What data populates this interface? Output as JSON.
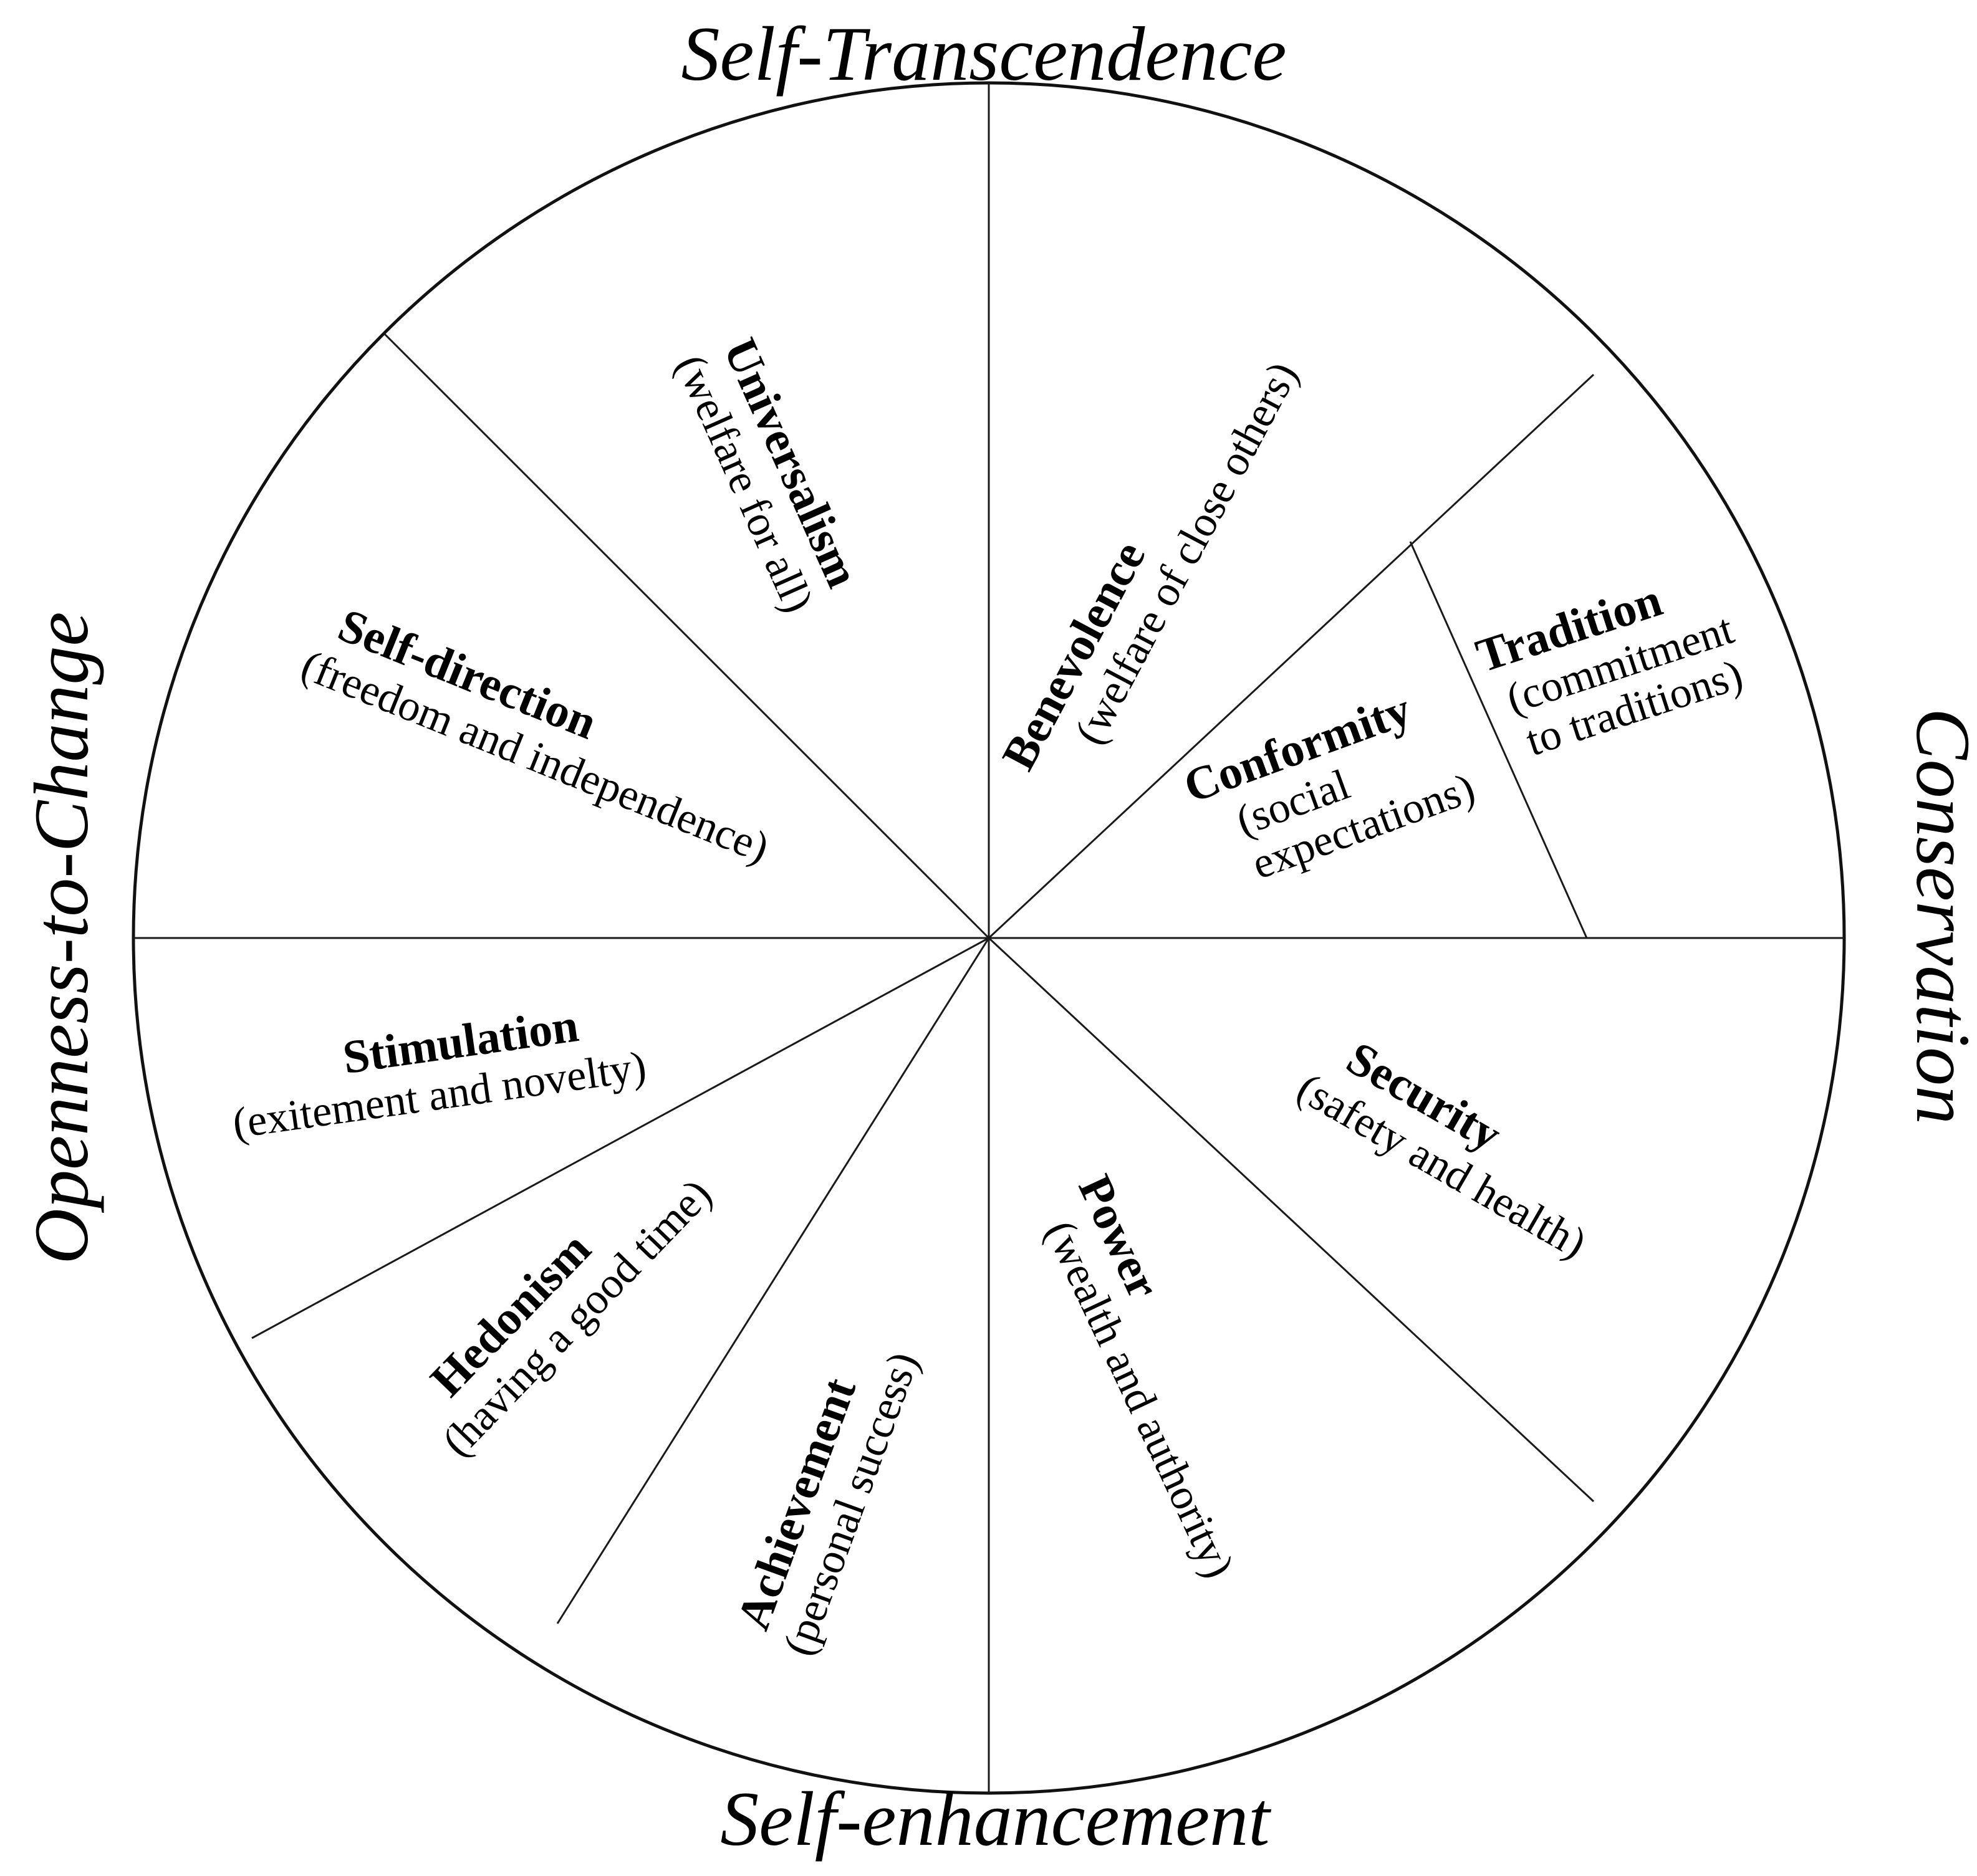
{
  "dimensions": {
    "top": "Self-Transcendence",
    "bottom": "Self-enhancement",
    "left": "Openness-to-Change",
    "right": "Conservation"
  },
  "values": [
    {
      "name": "Universalism",
      "desc": "(welfare for all)"
    },
    {
      "name": "Benevolence",
      "desc": "(welfare of close others)"
    },
    {
      "name": "Tradition",
      "desc1": "(commitment",
      "desc2": "to traditions)"
    },
    {
      "name": "Conformity",
      "desc1": "(social",
      "desc2": "expectations)"
    },
    {
      "name": "Security",
      "desc": "(safety and health)"
    },
    {
      "name": "Power",
      "desc": "(wealth and authority)"
    },
    {
      "name": "Achievement",
      "desc": "(personal success)"
    },
    {
      "name": "Hedonism",
      "desc": "(having a good time)"
    },
    {
      "name": "Stimulation",
      "desc": "(exitement and novelty)"
    },
    {
      "name": "Self-direction",
      "desc": "(freedom and independence)"
    }
  ]
}
